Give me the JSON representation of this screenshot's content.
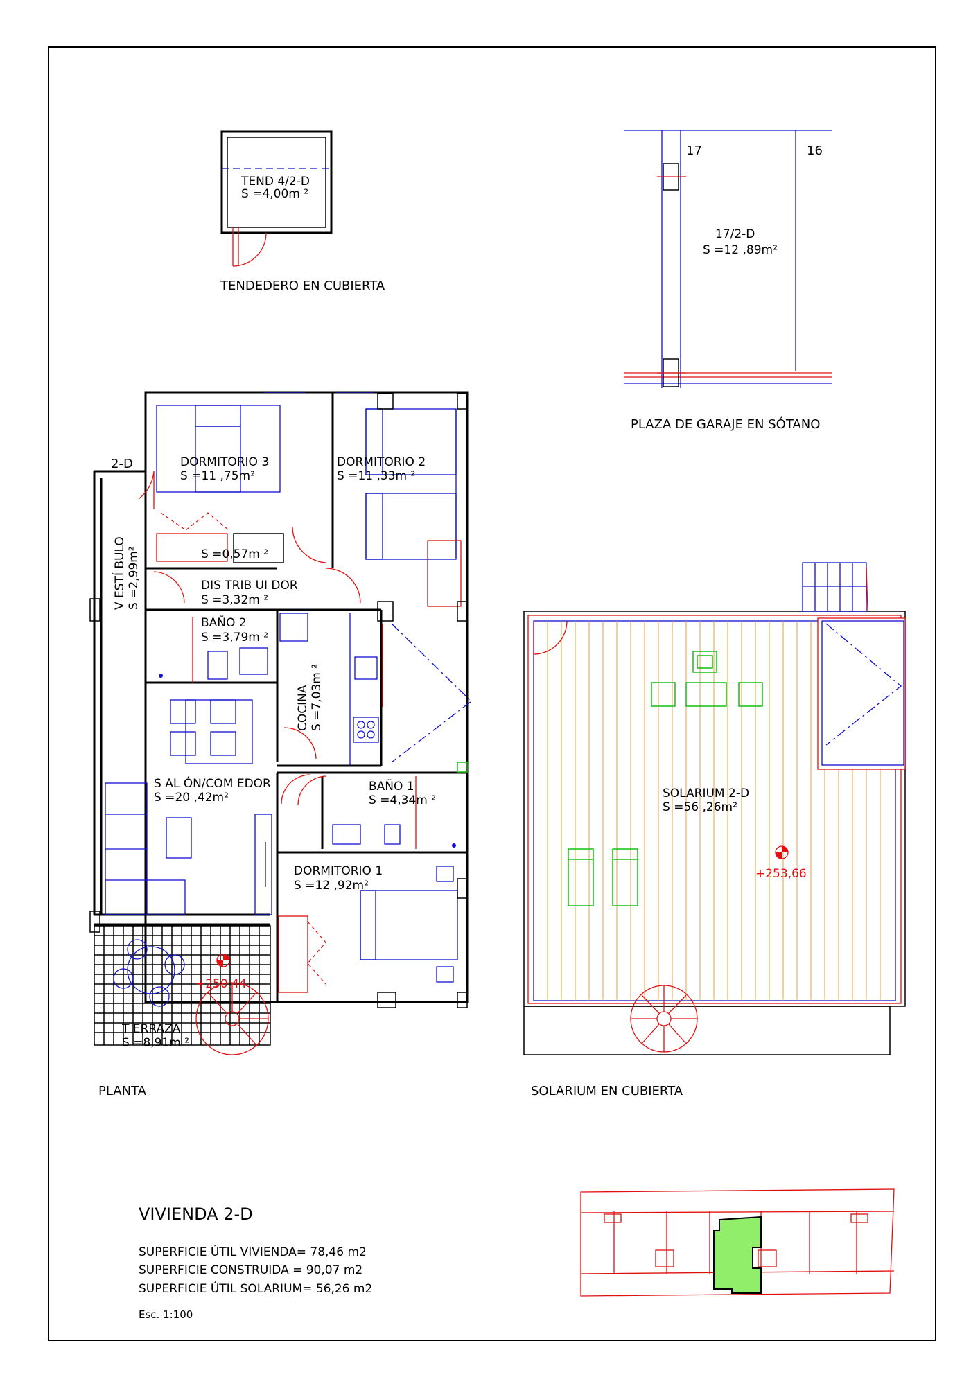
{
  "tendedero": {
    "name": "TEND 4/2-D",
    "area": "S =4,00m ²",
    "caption": "TENDEDERO EN CUBIERTA"
  },
  "garage": {
    "num_left": "17",
    "num_right": "16",
    "name": "17/2-D",
    "area": "S =12 ,89m²",
    "caption": "PLAZA DE GARAJE EN SÓTANO"
  },
  "plan": {
    "caption": "PLANTA",
    "unit_tag": "2-D",
    "rooms": {
      "dormitorio3": {
        "name": "DORMITORIO 3",
        "area": "S =11 ,75m²"
      },
      "dormitorio2": {
        "name": "DORMITORIO 2",
        "area": "S =11 ,33m ²"
      },
      "closet": {
        "area": "S =0,57m ²"
      },
      "distribuidor": {
        "name": "DIS TRIB UI DOR",
        "area": "S =3,32m ²"
      },
      "vestibulo": {
        "name": "V ESTÍ BULO",
        "area": "S =2,99m²"
      },
      "bano2": {
        "name": "BAÑO 2",
        "area": "S =3,79m ²"
      },
      "cocina": {
        "name": "COCINA",
        "area": "S =7,03m ²"
      },
      "salon": {
        "name": "S AL ÓN/COM EDOR",
        "area": "S =20 ,42m²"
      },
      "bano1": {
        "name": "BAÑO 1",
        "area": "S =4,34m ²"
      },
      "dormitorio1": {
        "name": "DORMITORIO 1",
        "area": "S =12 ,92m²"
      },
      "terraza": {
        "name": "T ERRAZA",
        "area": "S =8,91m ²"
      }
    },
    "level": "+250,44"
  },
  "solarium": {
    "name": "SOLARIUM 2-D",
    "area": "S =56 ,26m²",
    "level": "+253,66",
    "caption": "SOLARIUM EN CUBIERTA"
  },
  "summary": {
    "title": "VIVIENDA 2-D",
    "lines": [
      "SUPERFICIE ÚTIL VIVIENDA= 78,46 m2",
      "SUPERFICIE CONSTRUIDA = 90,07 m2",
      "SUPERFICIE ÚTIL SOLARIUM= 56,26 m2"
    ],
    "scale": "Esc. 1:100"
  },
  "colors": {
    "wall": "#000000",
    "furniture": "#1010d0",
    "structure": "#e01010",
    "garden": "#10c010",
    "highlight": "#90ee6a"
  }
}
